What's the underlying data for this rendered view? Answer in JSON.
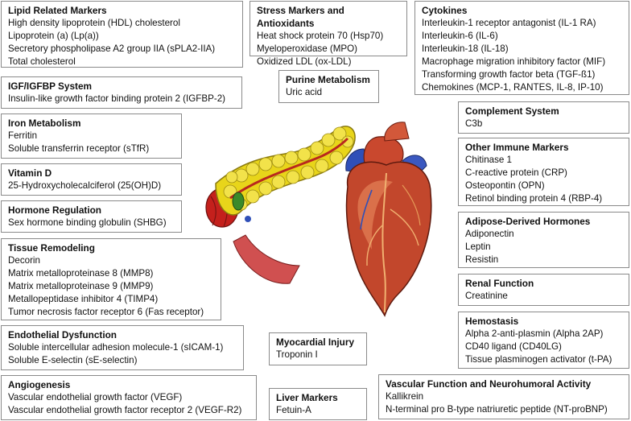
{
  "boxes": {
    "lipid": {
      "title": "Lipid Related Markers",
      "items": [
        "High density lipoprotein (HDL) cholesterol",
        "Lipoprotein (a) (Lp(a))",
        "Secretory phospholipase A2 group IIA (sPLA2-IIA)",
        "Total cholesterol"
      ]
    },
    "stress": {
      "title": "Stress Markers and Antioxidants",
      "items": [
        "Heat shock protein 70 (Hsp70)",
        "Myeloperoxidase (MPO)",
        "Oxidized LDL (ox-LDL)"
      ]
    },
    "cytokines": {
      "title": "Cytokines",
      "items": [
        "Interleukin-1 receptor antagonist (IL-1 RA)",
        "Interleukin-6 (IL-6)",
        "Interleukin-18 (IL-18)",
        "Macrophage migration inhibitory factor (MIF)",
        "Transforming growth factor beta (TGF-ß1)",
        "Chemokines (MCP-1, RANTES, IL-8, IP-10)"
      ]
    },
    "purine": {
      "title": "Purine Metabolism",
      "items": [
        "Uric acid"
      ]
    },
    "igf": {
      "title": "IGF/IGFBP System",
      "items": [
        "Insulin-like growth factor binding protein 2 (IGFBP-2)"
      ]
    },
    "complement": {
      "title": "Complement System",
      "items": [
        "C3b"
      ]
    },
    "iron": {
      "title": "Iron Metabolism",
      "items": [
        "Ferritin",
        "Soluble transferrin receptor (sTfR)"
      ]
    },
    "immune": {
      "title": "Other Immune Markers",
      "items": [
        "Chitinase 1",
        "C-reactive protein (CRP)",
        "Osteopontin (OPN)",
        "Retinol binding protein 4 (RBP-4)"
      ]
    },
    "vitd": {
      "title": "Vitamin D",
      "items": [
        "25-Hydroxycholecalciferol (25(OH)D)"
      ]
    },
    "hormone": {
      "title": "Hormone Regulation",
      "items": [
        "Sex hormone binding globulin (SHBG)"
      ]
    },
    "adipose": {
      "title": "Adipose-Derived Hormones",
      "items": [
        "Adiponectin",
        "Leptin",
        "Resistin"
      ]
    },
    "tissue": {
      "title": "Tissue Remodeling",
      "items": [
        "Decorin",
        "Matrix metalloproteinase 8 (MMP8)",
        "Matrix metalloproteinase 9 (MMP9)",
        "Metallopeptidase inhibitor 4 (TIMP4)",
        "Tumor necrosis factor receptor 6 (Fas receptor)"
      ]
    },
    "renal": {
      "title": "Renal Function",
      "items": [
        "Creatinine"
      ]
    },
    "hemostasis": {
      "title": "Hemostasis",
      "items": [
        "Alpha 2-anti-plasmin (Alpha 2AP)",
        "CD40 ligand (CD40LG)",
        "Tissue plasminogen activator (t-PA)"
      ]
    },
    "endothelial": {
      "title": "Endothelial Dysfunction",
      "items": [
        "Soluble intercellular adhesion molecule-1 (sICAM-1)",
        "Soluble E-selectin (sE-selectin)"
      ]
    },
    "myocardial": {
      "title": "Myocardial Injury",
      "items": [
        "Troponin I"
      ]
    },
    "vascular": {
      "title": "Vascular Function and Neurohumoral Activity",
      "items": [
        "Kallikrein",
        "N-terminal pro B-type natriuretic peptide (NT-proBNP)"
      ]
    },
    "angio": {
      "title": "Angiogenesis",
      "items": [
        "Vascular endothelial growth factor (VEGF)",
        "Vascular endothelial growth factor receptor 2 (VEGF-R2)"
      ]
    },
    "liver": {
      "title": "Liver Markers",
      "items": [
        "Fetuin-A"
      ]
    }
  },
  "colors": {
    "pancreas": "#e8d51a",
    "pancreas_dark": "#8a7a10",
    "duct": "#b8281e",
    "spleen": "#c4201c",
    "heart": "#c2472c",
    "heart_light": "#e07a52",
    "vessel_blue": "#2f4fb8",
    "box_border": "#8a8a8a"
  }
}
